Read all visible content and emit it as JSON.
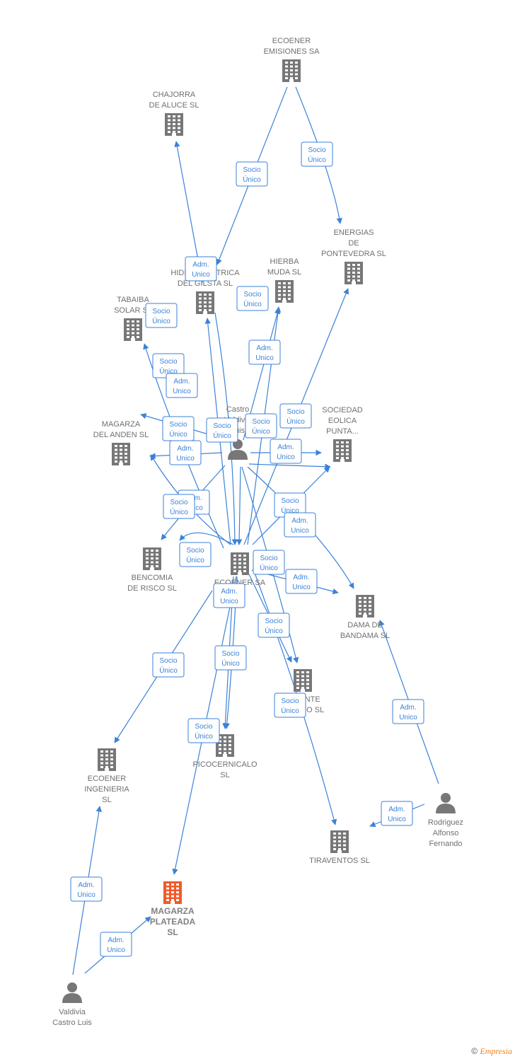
{
  "colors": {
    "edge": "#3b82d8",
    "company": "#777777",
    "highlight": "#f05a28",
    "person": "#777777"
  },
  "nodes": [
    {
      "id": "ecoener-emisiones",
      "type": "company",
      "label": [
        "ECOENER",
        "EMISIONES SA"
      ]
    },
    {
      "id": "chajorra",
      "type": "company",
      "label": [
        "CHAJORRA",
        "DE ALUCE SL"
      ]
    },
    {
      "id": "energias-pontevedra",
      "type": "company",
      "label": [
        "ENERGIAS",
        "DE",
        "PONTEVEDRA SL"
      ]
    },
    {
      "id": "hierba-muda",
      "type": "company",
      "label": [
        "HIERBA",
        "MUDA SL"
      ]
    },
    {
      "id": "hidroelectrica",
      "type": "company",
      "label": [
        "HIDROELECTRICA",
        "DEL GILSTA SL"
      ]
    },
    {
      "id": "tabaiba",
      "type": "company",
      "label": [
        "TABAIBA",
        "SOLAR SL"
      ]
    },
    {
      "id": "sociedad-eolica",
      "type": "company",
      "label": [
        "SOCIEDAD",
        "EOLICA",
        "PUNTA..."
      ]
    },
    {
      "id": "magarza-anden",
      "type": "company",
      "label": [
        "MAGARZA",
        "DEL ANDEN SL"
      ]
    },
    {
      "id": "castro-valdivia",
      "type": "person",
      "label": [
        "Castro",
        "Valdivia",
        "Luis"
      ]
    },
    {
      "id": "bencomia",
      "type": "company",
      "label": [
        "BENCOMIA",
        "DE RISCO SL"
      ]
    },
    {
      "id": "ecoener-sa",
      "type": "company",
      "label": [
        "ECOENER SA"
      ]
    },
    {
      "id": "dama-bandama",
      "type": "company",
      "label": [
        "DAMA DE",
        "BANDAMA SL"
      ]
    },
    {
      "id": "levante",
      "type": "company",
      "label": [
        "LEVANTE",
        "MARINO SL"
      ]
    },
    {
      "id": "ecoener-ingenieria",
      "type": "company",
      "label": [
        "ECOENER",
        "INGENIERIA",
        "SL"
      ]
    },
    {
      "id": "picocernicalo",
      "type": "company",
      "label": [
        "PICOCERNICALO",
        "SL"
      ]
    },
    {
      "id": "rodriguez",
      "type": "person",
      "label": [
        "Rodriguez",
        "Alfonso",
        "Fernando"
      ]
    },
    {
      "id": "tiraventos",
      "type": "company",
      "label": [
        "TIRAVENTOS SL"
      ]
    },
    {
      "id": "magarza-plateada",
      "type": "company",
      "highlight": true,
      "label": [
        "MAGARZA",
        "PLATEADA",
        "SL"
      ]
    },
    {
      "id": "valdivia-castro",
      "type": "person",
      "label": [
        "Valdivia",
        "Castro Luis"
      ]
    }
  ],
  "badges": [
    {
      "lines": [
        "Socio",
        "Único"
      ]
    },
    {
      "lines": [
        "Socio",
        "Único"
      ]
    },
    {
      "lines": [
        "Adm.",
        "Unico"
      ]
    },
    {
      "lines": [
        "Socio",
        "Único"
      ]
    },
    {
      "lines": [
        "Socio",
        "Único"
      ]
    },
    {
      "lines": [
        "Adm.",
        "Unico"
      ]
    },
    {
      "lines": [
        "Socio",
        "Único"
      ]
    },
    {
      "lines": [
        "Adm.",
        "Unico"
      ]
    },
    {
      "lines": [
        "Socio",
        "Único"
      ]
    },
    {
      "lines": [
        "Socio",
        "Único"
      ]
    },
    {
      "lines": [
        "Socio",
        "Único"
      ]
    },
    {
      "lines": [
        "Socio",
        "Único"
      ]
    },
    {
      "lines": [
        "Adm.",
        "Unico"
      ]
    },
    {
      "lines": [
        "Adm.",
        "Unico"
      ]
    },
    {
      "lines": [
        "Adm.",
        "Unico"
      ]
    },
    {
      "lines": [
        "Socio",
        "Único"
      ]
    },
    {
      "lines": [
        "Socio",
        "Único"
      ]
    },
    {
      "lines": [
        "Adm.",
        "Unico"
      ]
    },
    {
      "lines": [
        "Socio",
        "Único"
      ]
    },
    {
      "lines": [
        "Adm.",
        "Unico"
      ]
    },
    {
      "lines": [
        "Socio",
        "Único"
      ]
    },
    {
      "lines": [
        "Adm.",
        "Unico"
      ]
    },
    {
      "lines": [
        "Socio",
        "Único"
      ]
    },
    {
      "lines": [
        "Socio",
        "Único"
      ]
    },
    {
      "lines": [
        "Socio",
        "Único"
      ]
    },
    {
      "lines": [
        "Socio",
        "Único"
      ]
    },
    {
      "lines": [
        "Socio",
        "Único"
      ]
    },
    {
      "lines": [
        "Adm.",
        "Unico"
      ]
    },
    {
      "lines": [
        "Adm.",
        "Unico"
      ]
    },
    {
      "lines": [
        "Adm.",
        "Unico"
      ]
    },
    {
      "lines": [
        "Adm.",
        "Unico"
      ]
    }
  ],
  "footer": {
    "copyright": "©",
    "brand": "Empresia"
  }
}
